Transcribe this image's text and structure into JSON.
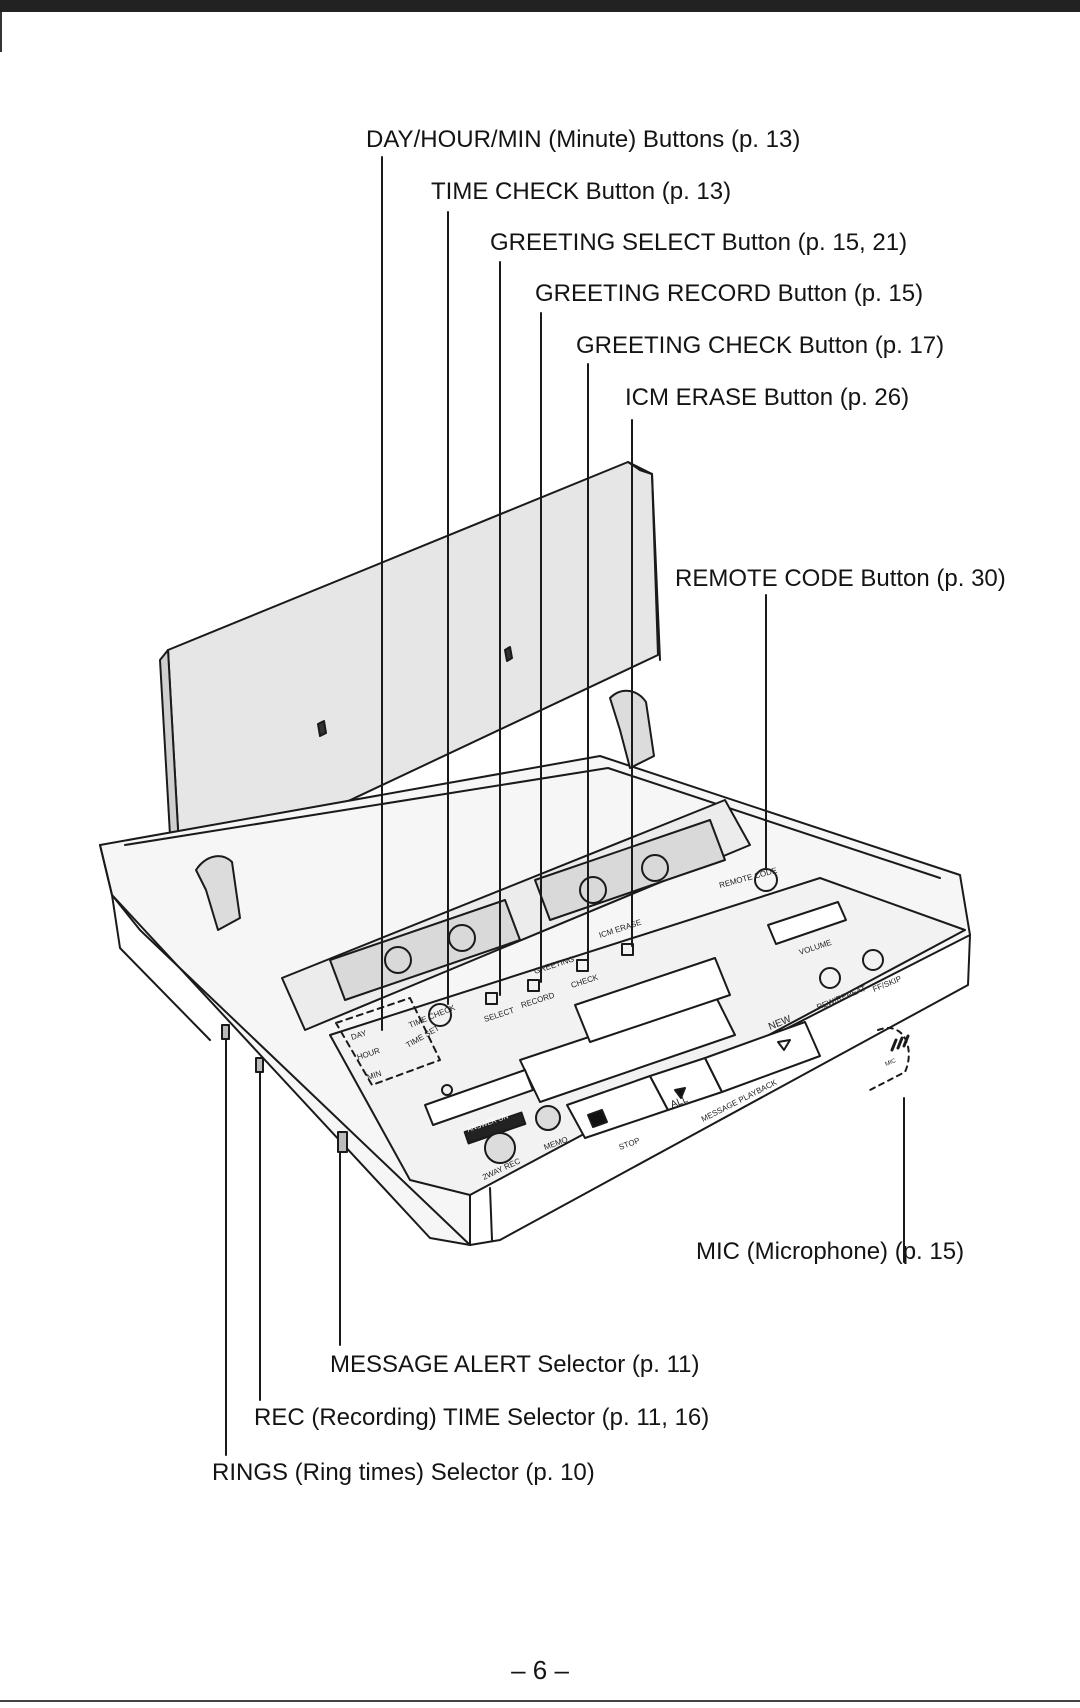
{
  "labels": {
    "day_hour_min": "DAY/HOUR/MIN (Minute) Buttons (p. 13)",
    "time_check": "TIME CHECK Button (p. 13)",
    "greeting_select": "GREETING SELECT Button (p. 15, 21)",
    "greeting_record": "GREETING RECORD Button (p. 15)",
    "greeting_check": "GREETING CHECK Button (p. 17)",
    "icm_erase": "ICM ERASE Button (p. 26)",
    "remote_code": "REMOTE CODE Button (p. 30)",
    "mic": "MIC (Microphone) (p. 15)",
    "message_alert": "MESSAGE ALERT Selector (p. 11)",
    "rec_time": "REC (Recording) TIME Selector (p. 11, 16)",
    "rings": "RINGS (Ring times) Selector (p. 10)"
  },
  "device": {
    "panel_labels": {
      "day": "DAY",
      "hour": "HOUR",
      "min": "MIN",
      "time_set": "TIME SET",
      "time_check": "TIME CHECK",
      "select": "SELECT",
      "record": "RECORD",
      "check": "CHECK",
      "greeting": "GREETING",
      "icm_erase": "ICM ERASE",
      "remote_code": "REMOTE CODE",
      "volume": "VOLUME",
      "rew_repeat": "REW/REPEAT",
      "ff_skip": "FF/SKIP",
      "new": "NEW",
      "all": "ALL",
      "message_playback": "MESSAGE PLAYBACK",
      "stop": "STOP",
      "memo": "MEMO",
      "two_way_rec": "2WAY REC",
      "answer_on": "ANSWER ON",
      "mic": "MIC"
    }
  },
  "page_number": "– 6 –"
}
